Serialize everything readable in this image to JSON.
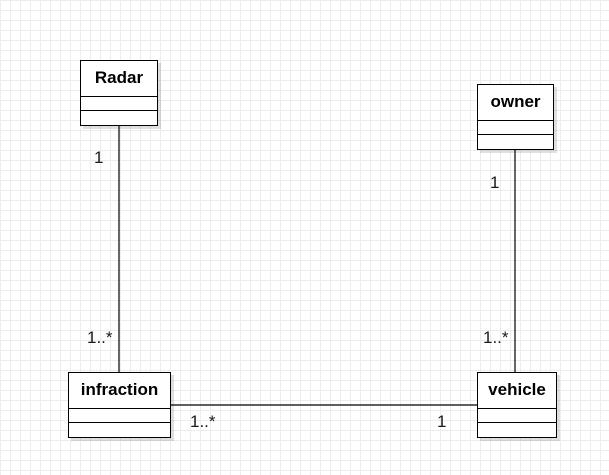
{
  "diagram": {
    "classes": {
      "radar": {
        "name": "Radar"
      },
      "owner": {
        "name": "owner"
      },
      "infraction": {
        "name": "infraction"
      },
      "vehicle": {
        "name": "vehicle"
      }
    },
    "associations": {
      "radar_infraction": {
        "source_multiplicity": "1",
        "target_multiplicity": "1..*"
      },
      "owner_vehicle": {
        "source_multiplicity": "1",
        "target_multiplicity": "1..*"
      },
      "infraction_vehicle": {
        "source_multiplicity": "1..*",
        "target_multiplicity": "1"
      }
    },
    "colors": {
      "line": "#000000",
      "grid": "#ececec",
      "background": "#ffffff"
    }
  }
}
